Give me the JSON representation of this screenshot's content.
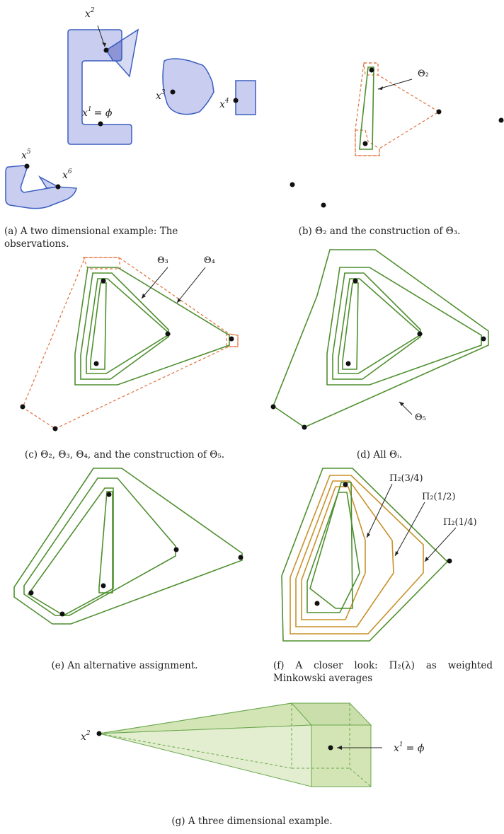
{
  "captions": {
    "a": "(a) A two dimensional example: The observations.",
    "b": "(b) Θ₂ and the construction of Θ₃.",
    "c": "(c) Θ₂, Θ₃, Θ₄, and the construction of Θ₅.",
    "d": "(d) All Θᵢ.",
    "e": "(e) An alternative assignment.",
    "f": "(f) A closer look: Π₂(λ) as weighted Minkowski averages",
    "g": "(g) A three dimensional example."
  },
  "labels": {
    "a_x2": "x",
    "a_x2_sup": "2",
    "a_x1": "x",
    "a_x1_sup": "1",
    "a_x1_eq": "= ϕ",
    "a_x3": "x",
    "a_x3_sup": "3",
    "a_x4": "x",
    "a_x4_sup": "4",
    "a_x5": "x",
    "a_x5_sup": "5",
    "a_x6": "x",
    "a_x6_sup": "6",
    "b_theta2": "Θ₂",
    "c_theta3": "Θ₃",
    "c_theta4": "Θ₄",
    "d_theta5": "Θ₅",
    "f_pi34": "Π₂(3/4)",
    "f_pi12": "Π₂(1/2)",
    "f_pi14": "Π₂(1/4)",
    "g_x2": "x",
    "g_x2_sup": "2",
    "g_x1": "x",
    "g_x1_sup": "1",
    "g_x1_eq": "= ϕ"
  },
  "colors": {
    "observation_fill": "#c9cdef",
    "observation_stroke": "#3b5fbf",
    "theta_stroke": "#4f8f2f",
    "construction_dash": "#e0703a",
    "pi_stroke": "#c8912b",
    "prism_fill": "#d4e5b5"
  }
}
